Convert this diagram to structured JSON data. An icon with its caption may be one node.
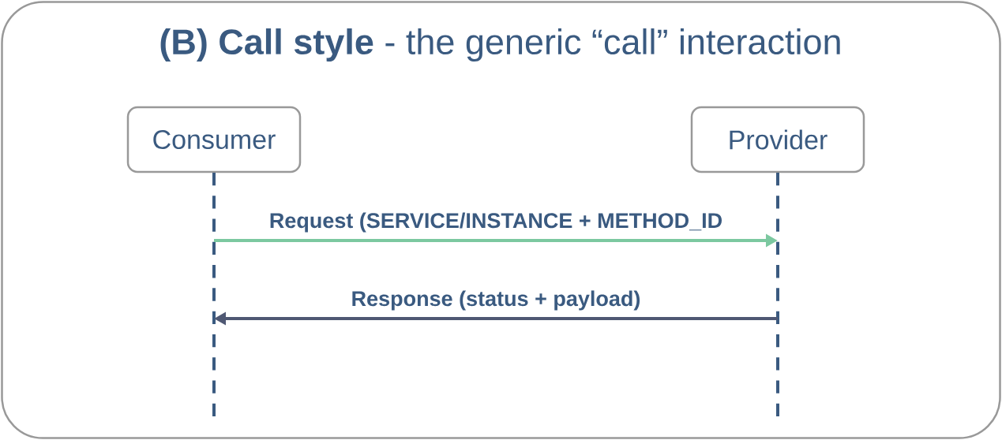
{
  "diagram": {
    "title": "**(B) Call style** - the generic “call” interaction",
    "nodes": [
      {
        "text": [
          "Consumer"
        ]
      },
      {
        "text": [
          "Provider"
        ]
      }
    ],
    "edges": [
      {
        "from": 0,
        "to": 1,
        "arrow": "to",
        "label": "Request (SERVICE/INSTANCE + METHOD_ID",
        "color": "#7cc8a0"
      },
      {
        "from": 1,
        "to": 0,
        "arrow": "to",
        "label": "Response (status + payload)",
        "color": "#4f5873"
      }
    ]
  }
}
